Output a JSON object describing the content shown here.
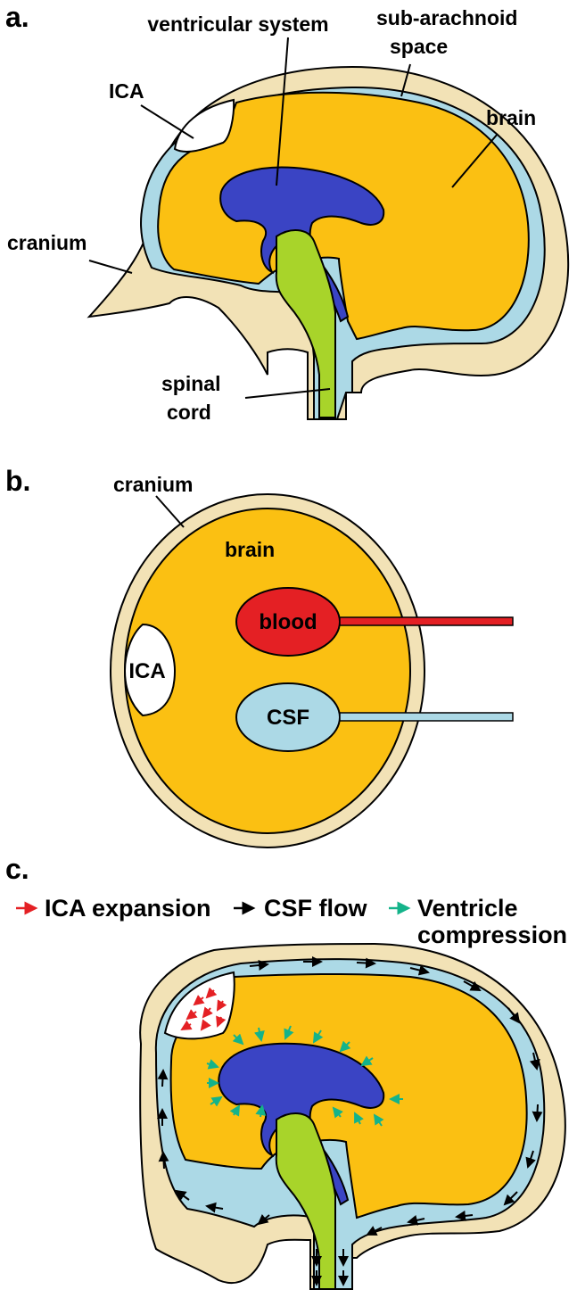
{
  "colors": {
    "cranium": "#f2e2b6",
    "csf": "#acd9e6",
    "brain": "#fbc012",
    "ventricle": "#3a44c4",
    "cord": "#a8d42a",
    "blood": "#e42024",
    "ica": "#ffffff",
    "outline": "#000000",
    "icaExpansionArrow": "#e42024",
    "csfFlowArrow": "#000000",
    "compressionArrow": "#14b38a"
  },
  "panelA": {
    "label": "a.",
    "ventricular_system": "ventricular system",
    "subarachnoid_line1": "sub-arachnoid",
    "subarachnoid_line2": "space",
    "ica": "ICA",
    "brain": "brain",
    "cranium": "cranium",
    "spinal_line1": "spinal",
    "spinal_line2": "cord"
  },
  "panelB": {
    "label": "b.",
    "cranium": "cranium",
    "brain": "brain",
    "blood": "blood",
    "ica": "ICA",
    "csf": "CSF"
  },
  "panelC": {
    "label": "c.",
    "legend": {
      "ica_expansion": "ICA expansion",
      "csf_flow": "CSF flow",
      "ventricle_line1": "Ventricle",
      "ventricle_line2": "compression"
    }
  }
}
